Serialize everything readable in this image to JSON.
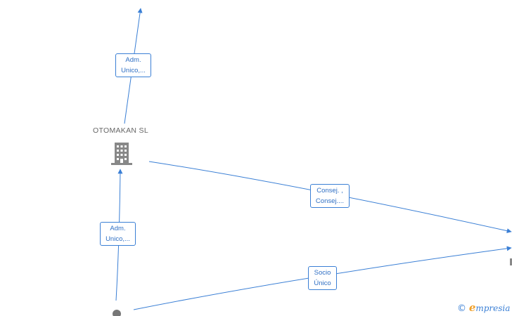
{
  "colors": {
    "edge": "#3a7fd5",
    "node_icon": "#888888",
    "node_text": "#666666",
    "brand_accent": "#f0a02a"
  },
  "nodes": {
    "company": {
      "name": "OTOMAKAN  SL",
      "icon": "building-icon"
    },
    "person": {
      "icon": "person-icon"
    }
  },
  "edges": [
    {
      "line1": "Adm.",
      "line2": "Unico,..."
    },
    {
      "line1": "Adm.",
      "line2": "Unico,..."
    },
    {
      "line1": "Consej. ,",
      "line2": "Consej...."
    },
    {
      "line1": "Socio",
      "line2": "Único"
    }
  ],
  "watermark": {
    "copyright": "©",
    "brand_initial": "e",
    "brand_rest": "mpresia"
  }
}
